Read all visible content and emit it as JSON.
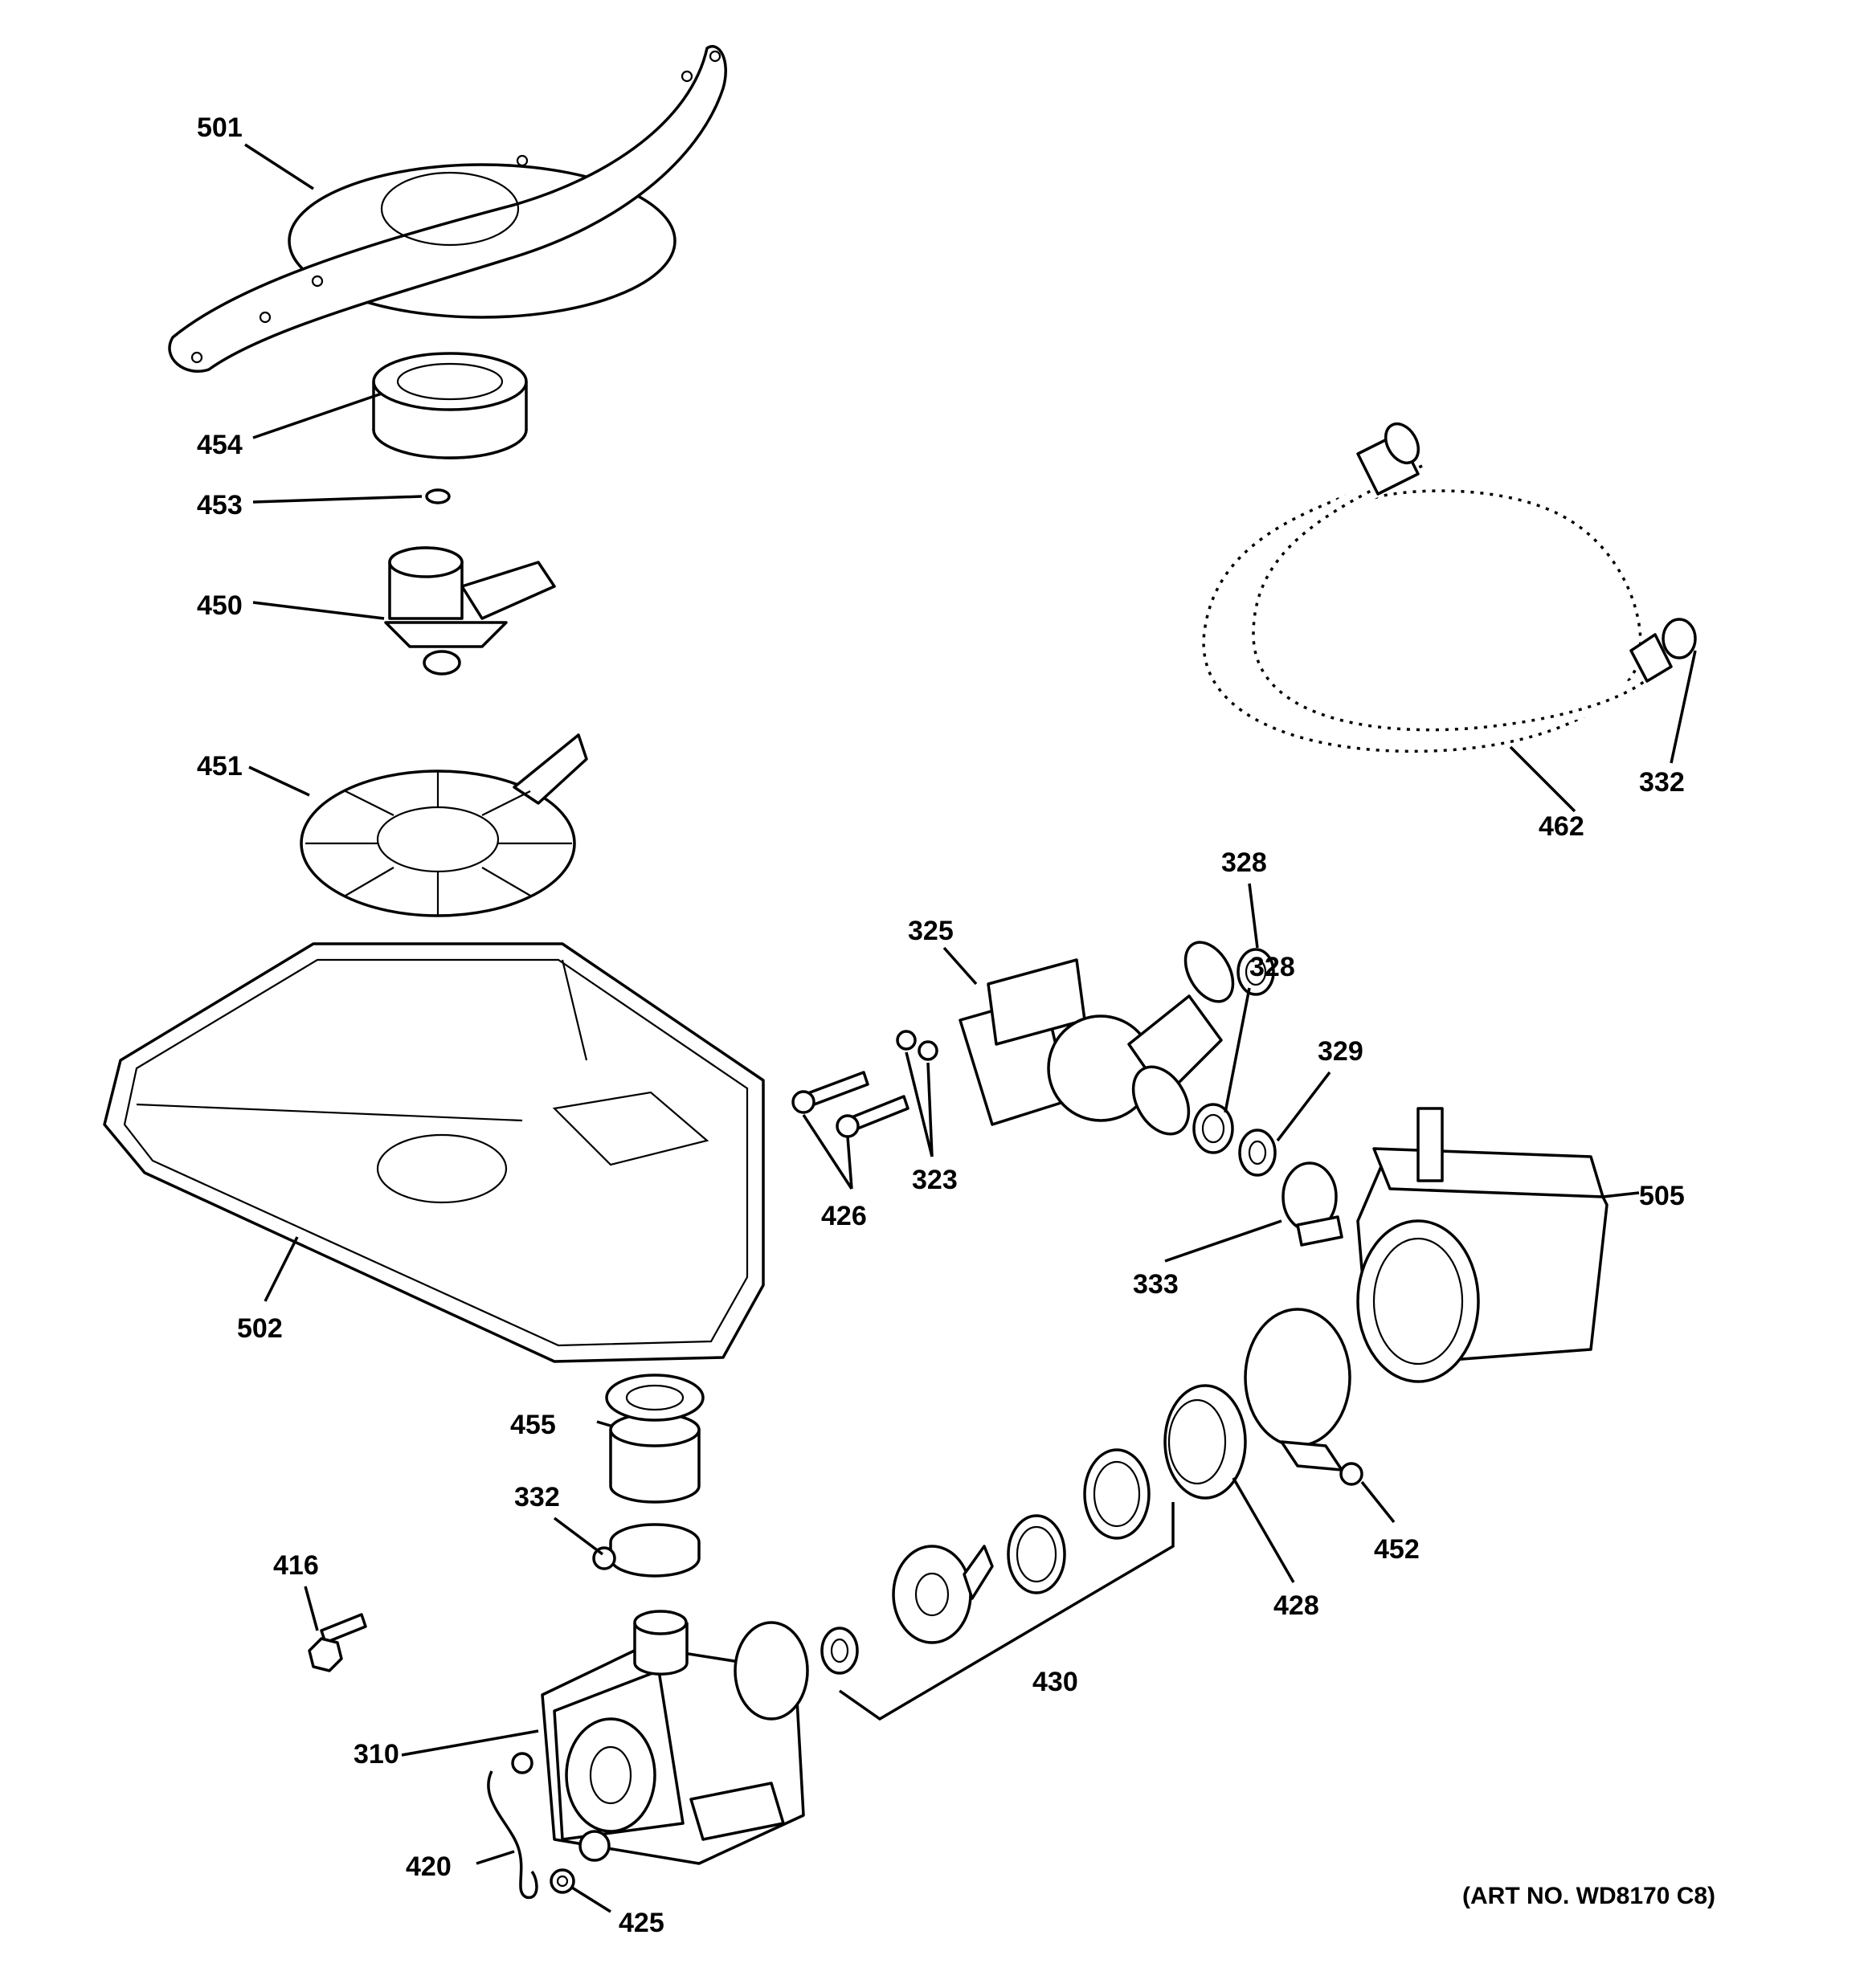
{
  "parts": [
    {
      "id": "501",
      "label": "501"
    },
    {
      "id": "454",
      "label": "454"
    },
    {
      "id": "453",
      "label": "453"
    },
    {
      "id": "450",
      "label": "450"
    },
    {
      "id": "451",
      "label": "451"
    },
    {
      "id": "502",
      "label": "502"
    },
    {
      "id": "325",
      "label": "325"
    },
    {
      "id": "328a",
      "label": "328"
    },
    {
      "id": "328b",
      "label": "328"
    },
    {
      "id": "329",
      "label": "329"
    },
    {
      "id": "323",
      "label": "323"
    },
    {
      "id": "426",
      "label": "426"
    },
    {
      "id": "333",
      "label": "333"
    },
    {
      "id": "505",
      "label": "505"
    },
    {
      "id": "462",
      "label": "462"
    },
    {
      "id": "332a",
      "label": "332"
    },
    {
      "id": "455",
      "label": "455"
    },
    {
      "id": "332b",
      "label": "332"
    },
    {
      "id": "416",
      "label": "416"
    },
    {
      "id": "310",
      "label": "310"
    },
    {
      "id": "420",
      "label": "420"
    },
    {
      "id": "425",
      "label": "425"
    },
    {
      "id": "430",
      "label": "430"
    },
    {
      "id": "428",
      "label": "428"
    },
    {
      "id": "452",
      "label": "452"
    }
  ],
  "art_number": "(ART NO. WD8170 C8)"
}
